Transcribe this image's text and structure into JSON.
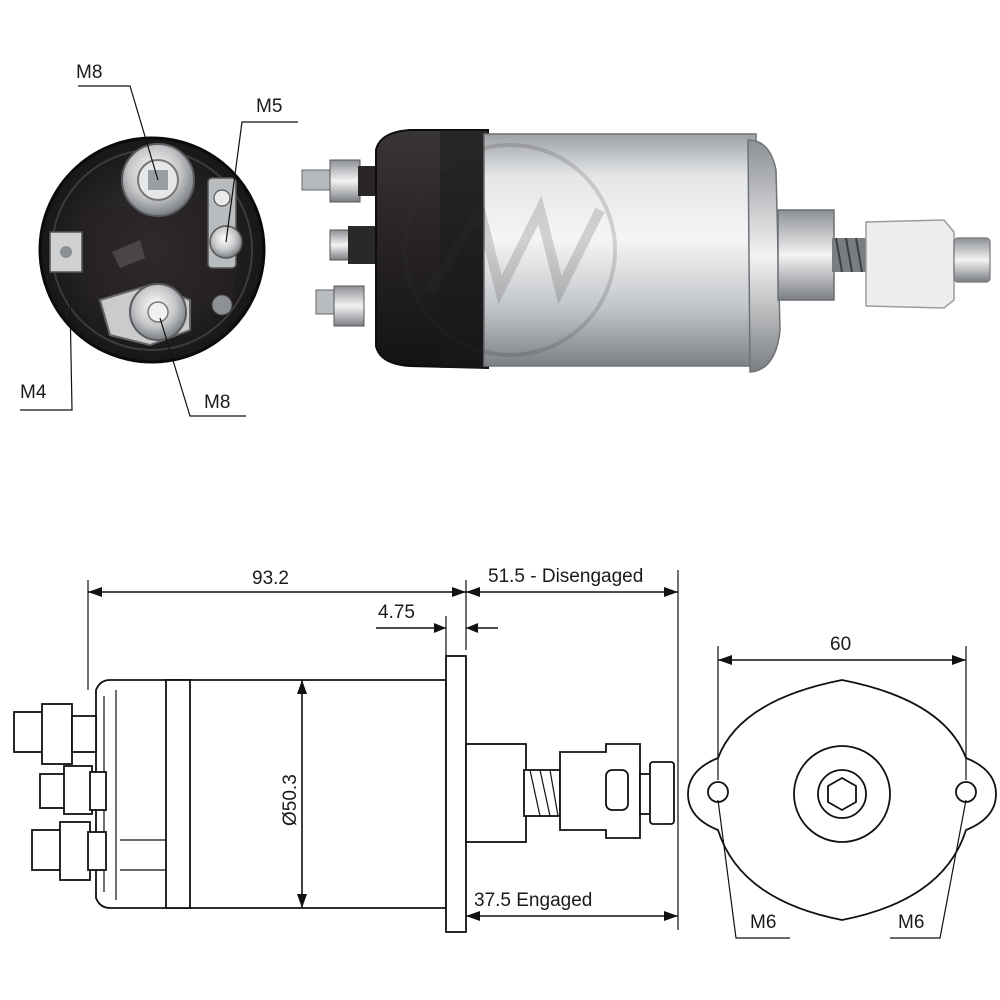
{
  "callouts": {
    "terminal_top": "M8",
    "terminal_right": "M5",
    "terminal_left": "M4",
    "terminal_bottom": "M8",
    "mount_left": "M6",
    "mount_right": "M6"
  },
  "dimensions": {
    "body_length": "93.2",
    "disengaged": "51.5 - Disengaged",
    "flange_thickness": "4.75",
    "diameter": "Ø50.3",
    "engaged": "37.5 Engaged",
    "flange_width": "60"
  },
  "colors": {
    "cap": "#1f1c1e",
    "can": "#c9cbce",
    "line": "#111111"
  }
}
